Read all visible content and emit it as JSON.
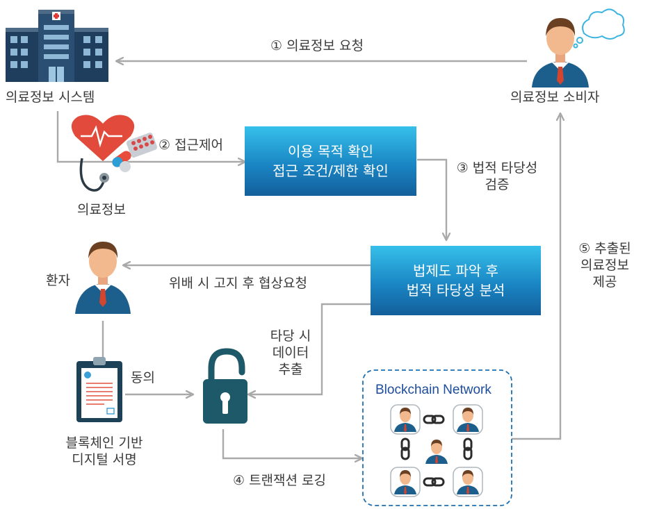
{
  "nodes": {
    "hospital": "의료정보 시스템",
    "consumer": "의료정보 소비자",
    "medical_info": "의료정보",
    "patient": "환자",
    "signature": [
      "블록체인 기반",
      "디지털 서명"
    ]
  },
  "boxes": {
    "purpose": [
      "이용 목적 확인",
      "접근 조건/제한 확인"
    ],
    "legal": [
      "법제도 파악 후",
      "법적 타당성 분석"
    ]
  },
  "edges": {
    "step1": "① 의료정보 요청",
    "step2": "② 접근제어",
    "step3": [
      "③ 법적 타당성",
      "검증"
    ],
    "step4": "④ 트랜잭션 로깅",
    "step5": [
      "⑤ 추출된",
      "의료정보",
      "제공"
    ],
    "violation": "위배 시 고지 후 협상요청",
    "valid": [
      "타당 시",
      "데이터",
      "추출"
    ],
    "consent": "동의"
  },
  "blockchain": {
    "title": "Blockchain Network"
  },
  "colors": {
    "arrow": "#a9a9a9",
    "box_top": "#36c0ea",
    "box_bottom": "#135f9b",
    "lock": "#1d5968",
    "network": "#1d6fb0"
  }
}
